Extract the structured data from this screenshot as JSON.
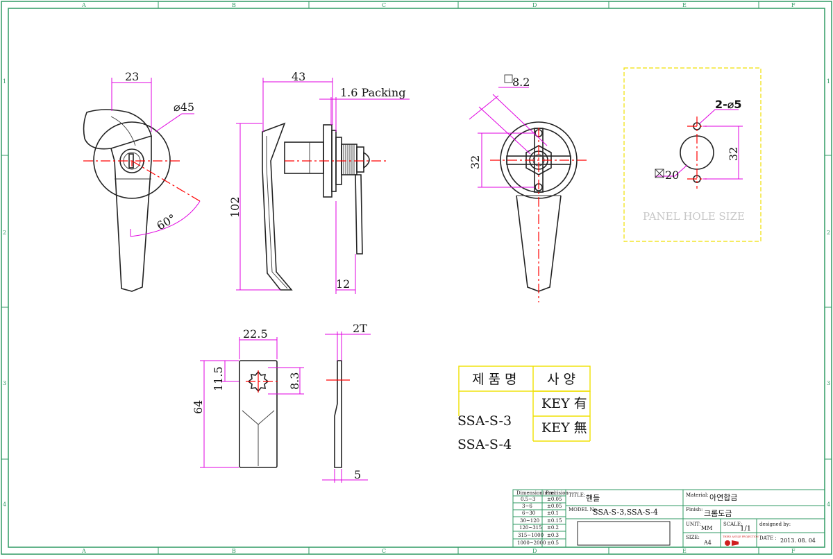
{
  "frame": {
    "columns": [
      "A",
      "B",
      "C",
      "D",
      "E",
      "F"
    ],
    "rows": [
      "1",
      "2",
      "3",
      "4"
    ]
  },
  "dimensions": {
    "front_width": "23",
    "front_dia": "⌀45",
    "front_angle": "60°",
    "side_width": "43",
    "side_packing": "1.6 Packing",
    "side_height": "102",
    "side_depth": "12",
    "rear_square": "8.2",
    "rear_pitch": "32",
    "panel_holes": "2-⌀5",
    "panel_pitch": "32",
    "panel_square": "20",
    "cam_width": "22.5",
    "cam_offset": "11.5",
    "cam_square": "8.3",
    "cam_length": "64",
    "cam_thickness": "2T",
    "cam_edge": "5"
  },
  "panel_label": "PANEL HOLE SIZE",
  "spec_table": {
    "header_name": "제 품 명",
    "header_spec": "사 양",
    "model_1": "SSA-S-3",
    "model_2": "SSA-S-4",
    "spec_1": "KEY 有",
    "spec_2": "KEY 無"
  },
  "title_block": {
    "tolerance_header_dim": "Dimension(mm)",
    "tolerance_header_prec": "Precision",
    "tolerances": [
      {
        "range": "0.5~3",
        "value": "±0.05"
      },
      {
        "range": "3~6",
        "value": "±0.05"
      },
      {
        "range": "6~30",
        "value": "±0.1"
      },
      {
        "range": "30~120",
        "value": "±0.15"
      },
      {
        "range": "120~315",
        "value": "±0.2"
      },
      {
        "range": "315~1000",
        "value": "±0.3"
      },
      {
        "range": "1000~2000",
        "value": "±0.5"
      }
    ],
    "title_label": "TITLE:",
    "title_value": "핸들",
    "model_label": "MODEL No.",
    "model_value": "SSA-S-3,SSA-S-4",
    "material_label": "Material:",
    "material_value": "아연합금",
    "finish_label": "Finish:",
    "finish_value": "크롬도금",
    "unit_label": "UNIT:",
    "unit_value": "MM",
    "scale_label": "SCALE:",
    "scale_value": "1/1",
    "designed_label": "designed by:",
    "size_label": "SIZE:",
    "size_value": "A4",
    "date_label": "DATE :",
    "date_value": "2013. 08. 04",
    "projection_label": "THIRD ANGLE PROJECTION"
  },
  "colors": {
    "frame": "#2f9a63",
    "dimension": "#e000e0",
    "centerline": "#ff0000",
    "highlight": "#f0e000"
  }
}
